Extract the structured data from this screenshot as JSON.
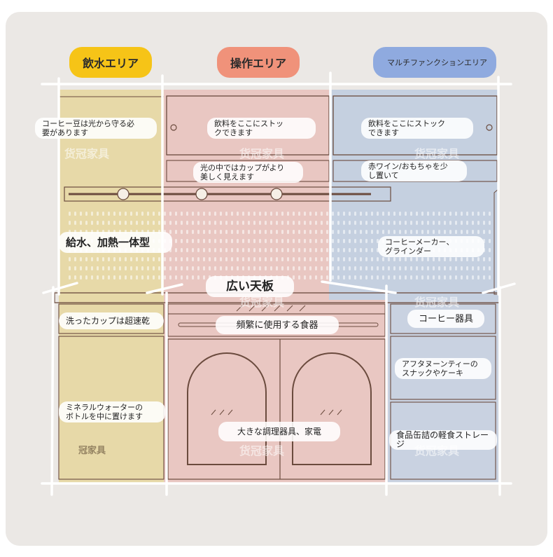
{
  "zones": {
    "water": {
      "label": "飲水エリア",
      "color": "#f6c417"
    },
    "operation": {
      "label": "操作エリア",
      "color": "#f0927a"
    },
    "multi": {
      "label": "マルチファンクションエリア",
      "color": "#8faadf"
    }
  },
  "watermark": "货冠家具",
  "watermark_partial": "冠家具",
  "annotations": {
    "coffee_beans": "コーヒー豆は光から守る必\n要があります",
    "stock_left": "飲料をここにストッ\nクできます",
    "stock_right": "飲料をここにストック\nできます",
    "light_cups": "光の中ではカップがより\n美しく見えます",
    "wine_toys": "赤ワイン/おもちゃを少\nし置いて",
    "water_heat": "給水、加熱一体型",
    "coffee_maker": "コーヒーメーカー、\nグラインダー",
    "wide_top": "広い天板",
    "quick_dry": "洗ったカップは超速乾",
    "frequent": "頻繁に使用する食器",
    "coffee_ware": "コーヒー器具",
    "afternoon_tea": "アフタヌーンティーの\nスナックやケーキ",
    "mineral_water": "ミネラルウォーターの\nボトルを中に置けます",
    "appliances": "大きな調理器具、家電",
    "canned_food": "食品缶詰の軽食ストレージ"
  }
}
